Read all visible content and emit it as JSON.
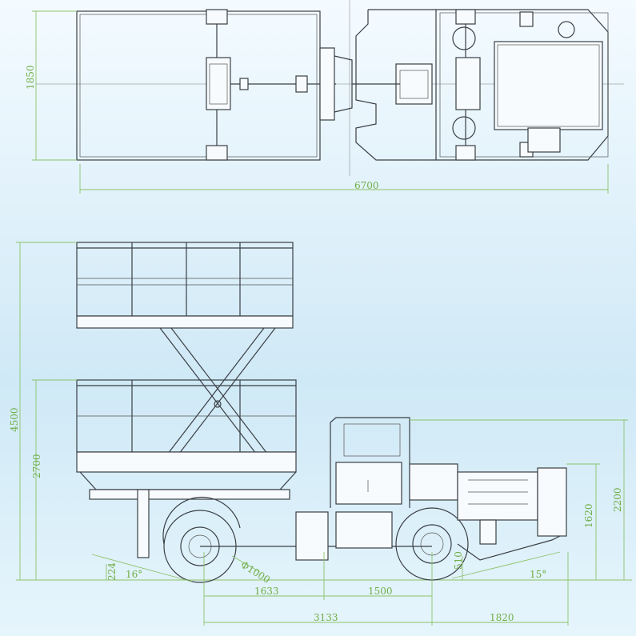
{
  "top_view": {
    "width_dim": "1850",
    "length_dim": "6700"
  },
  "side_view": {
    "total_height_dim": "4500",
    "lowered_height_dim": "2700",
    "cab_height_dim": "2200",
    "hood_height_dim": "1620",
    "rear_clearance_dim": "224",
    "departure_angle": "16°",
    "tire_diameter": "Φ1000",
    "rear_to_mid_dim": "1633",
    "mid_to_front_axle_dim": "1500",
    "wheelbase_dim": "3133",
    "front_overhang_dim": "1820",
    "front_clearance_dim": "510",
    "approach_angle": "15°"
  },
  "colors": {
    "dimension": "#6fae45",
    "outline": "#3a3f45",
    "background": "#d6edf8"
  }
}
